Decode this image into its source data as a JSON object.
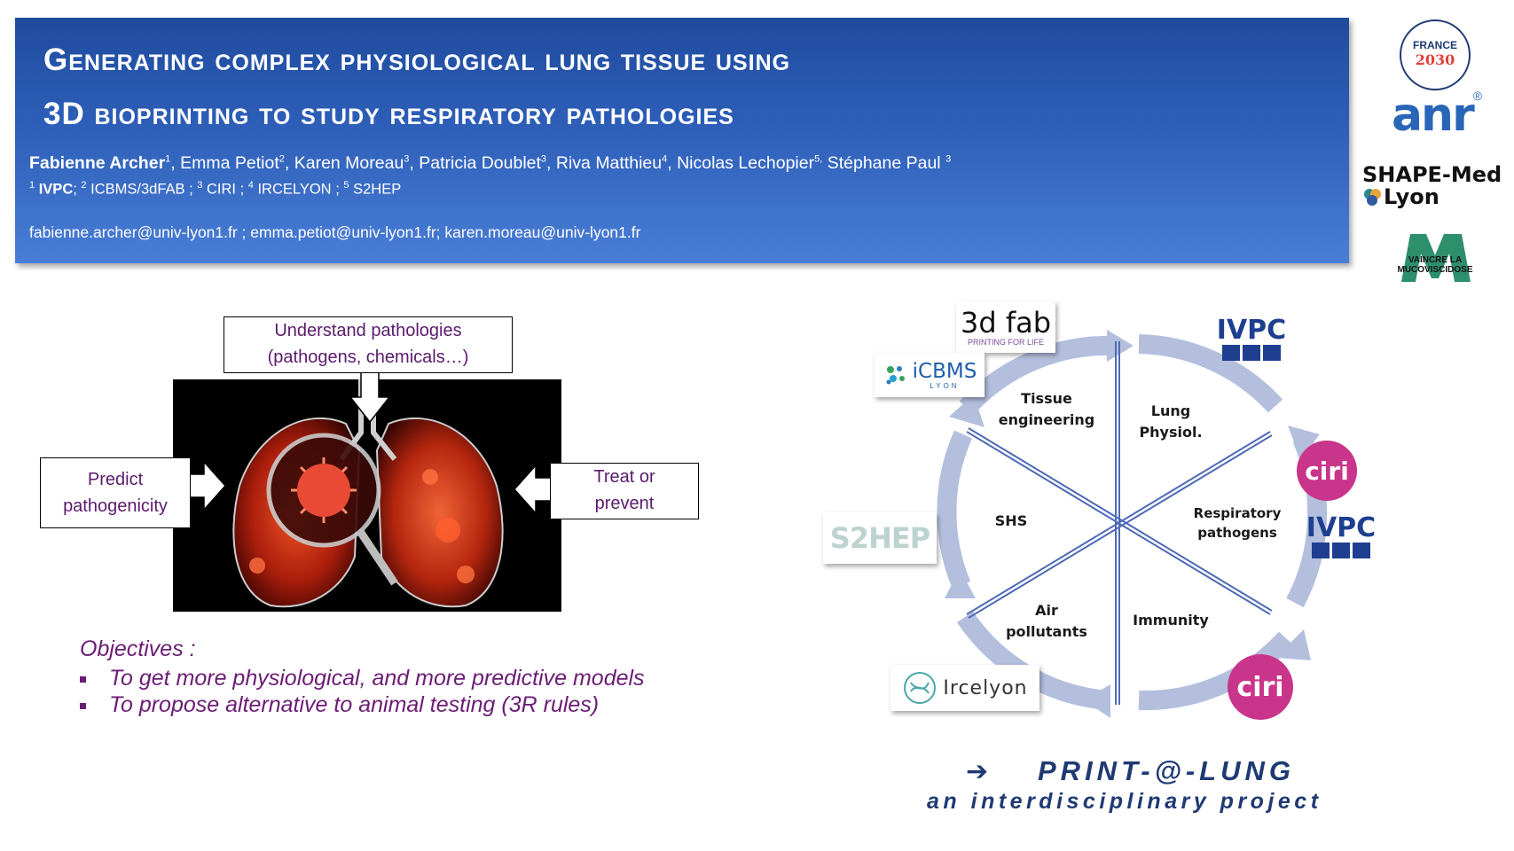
{
  "header": {
    "title_line1": "Generating complex physiological lung tissue using",
    "title_line2": "3D bioprinting to study respiratory pathologies",
    "authors": [
      {
        "name": "Fabienne Archer",
        "sup": "1",
        "bold": true
      },
      {
        "name": "Emma Petiot",
        "sup": "2"
      },
      {
        "name": "Karen Moreau",
        "sup": "3"
      },
      {
        "name": "Patricia Doublet",
        "sup": "3"
      },
      {
        "name": "Riva Matthieu",
        "sup": "4"
      },
      {
        "name": "Nicolas Lechopier",
        "sup": "5"
      },
      {
        "name": "Stéphane Paul",
        "sup": "3"
      }
    ],
    "affiliations": [
      {
        "sup": "1",
        "name": "IVPC"
      },
      {
        "sup": "2",
        "name": "ICBMS/3dFAB"
      },
      {
        "sup": "3",
        "name": "CIRI"
      },
      {
        "sup": "4",
        "name": "IRCELYON"
      },
      {
        "sup": "5",
        "name": "S2HEP"
      }
    ],
    "emails": "fabienne.archer@univ-lyon1.fr ; emma.petiot@univ-lyon1.fr; karen.moreau@univ-lyon1.fr"
  },
  "sponsors": {
    "france2030": {
      "line1": "FRANCE",
      "line2": "2030"
    },
    "anr": "anr",
    "shape_med": {
      "line1": "SHAPE-Med",
      "line2": "Lyon"
    },
    "vaincre": "VAINCRE LA MUCOVISCIDOSE"
  },
  "figure": {
    "top_callout": {
      "line1": "Understand pathologies",
      "line2": "(pathogens, chemicals…)"
    },
    "left_callout": {
      "line1": "Predict",
      "line2": "pathogenicity"
    },
    "right_callout": {
      "line1": "Treat or",
      "line2": "prevent"
    }
  },
  "objectives": {
    "title": "Objectives :",
    "items": [
      "To get more physiological, and more predictive models",
      "To propose alternative to animal testing (3R rules)"
    ]
  },
  "wheel": {
    "sectors": [
      {
        "line1": "Tissue",
        "line2": "engineering"
      },
      {
        "line1": "Lung",
        "line2": "Physiol."
      },
      {
        "line1": "Respiratory",
        "line2": "pathogens"
      },
      {
        "line1": "Immunity",
        "line2": ""
      },
      {
        "line1": "Air",
        "line2": "pollutants"
      },
      {
        "line1": "SHS",
        "line2": ""
      }
    ],
    "partners": {
      "fab3d": {
        "name": "3d fab",
        "sub": "PRINTING FOR LIFE"
      },
      "icbms": {
        "name": "iCBMS",
        "sub": "LYON"
      },
      "ivpc_top": "IVPC",
      "ivpc_right": "IVPC",
      "ciri_top": "ciri",
      "ciri_bottom": "ciri",
      "s2hep": "S2HEP",
      "ircelyon": "Ircelyon"
    }
  },
  "project": {
    "name": "PRINT-@-LUNG",
    "tagline": "an interdisciplinary project"
  }
}
